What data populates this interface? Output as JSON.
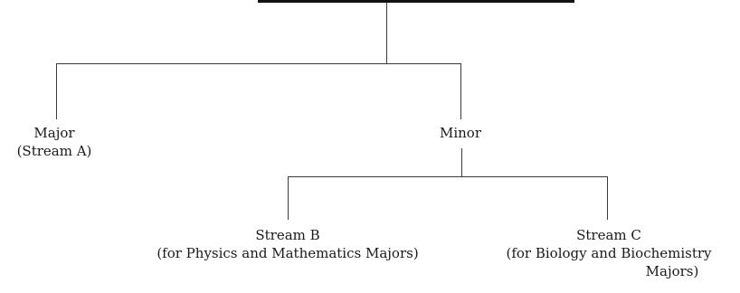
{
  "tree": {
    "major": {
      "label": "Major",
      "sublabel": "(Stream A)"
    },
    "minor": {
      "label": "Minor",
      "children": {
        "stream_b": {
          "label": "Stream B",
          "sublabel": "(for Physics and Mathematics Majors)"
        },
        "stream_c": {
          "label": "Stream C",
          "sublabel": "(for Biology and Biochemistry",
          "sublabel_cont": "Majors)"
        }
      }
    }
  }
}
